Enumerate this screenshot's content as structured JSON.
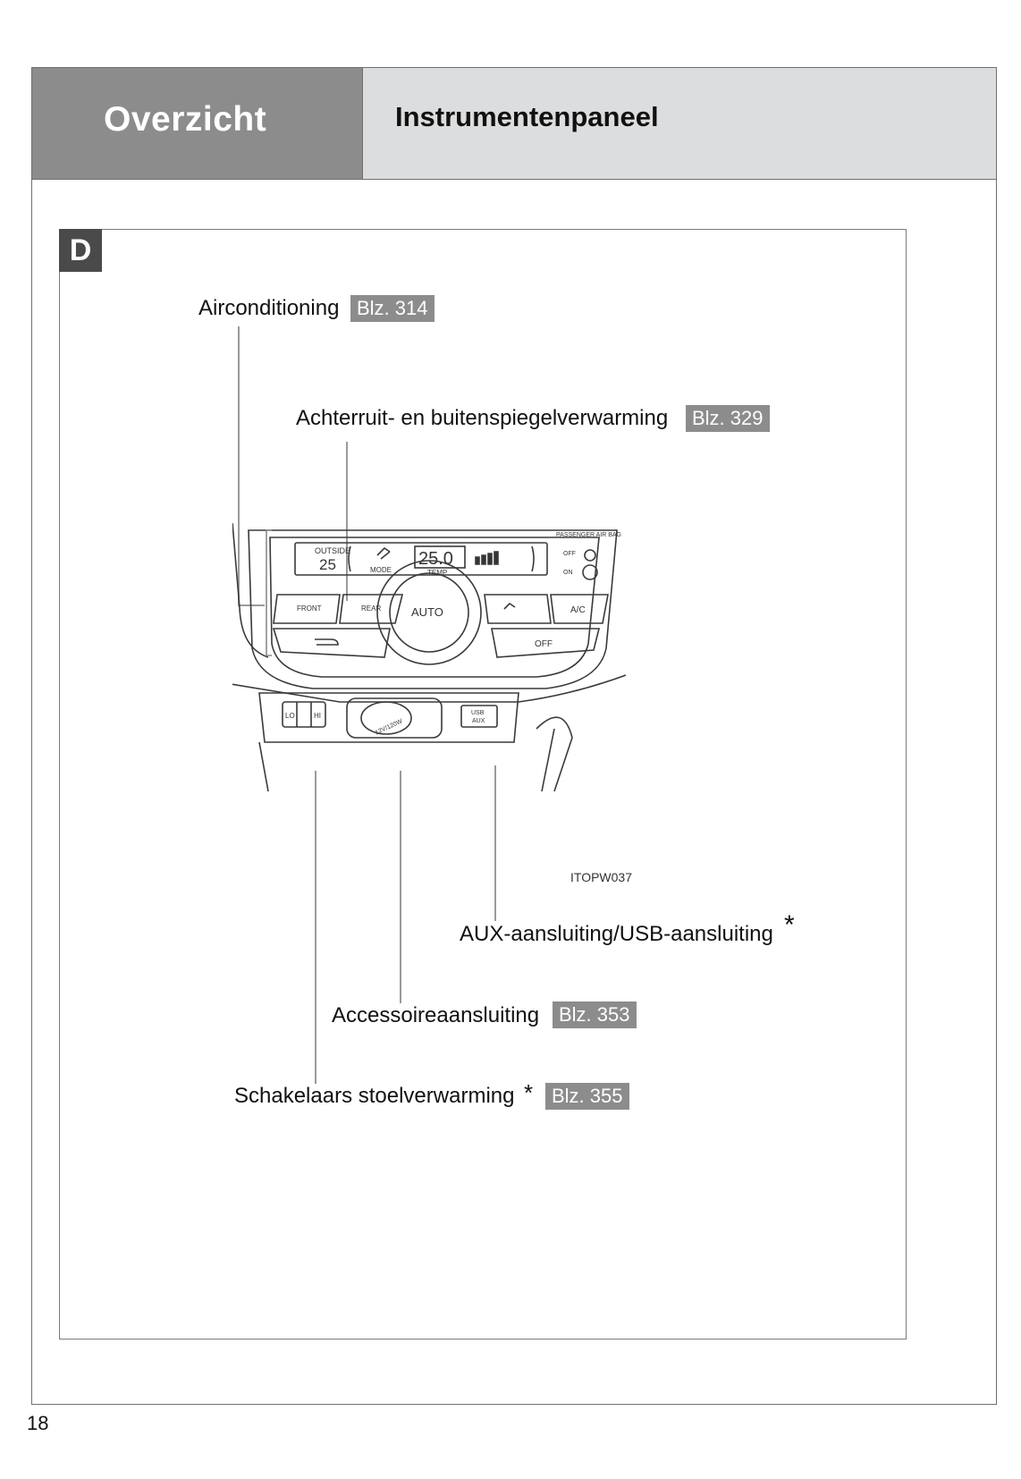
{
  "header": {
    "section_title": "Overzicht",
    "subsection_title": "Instrumentenpaneel"
  },
  "panel": {
    "section_letter": "D",
    "callouts": {
      "airconditioning": {
        "label": "Airconditioning",
        "page_ref": "Blz. 314"
      },
      "rear_defogger": {
        "label": "Achterruit- en buitenspiegelverwarming",
        "page_ref": "Blz. 329"
      },
      "aux_usb": {
        "label": "AUX-aansluiting/USB-aansluiting",
        "asterisk": "*"
      },
      "accessory_socket": {
        "label": "Accessoireaansluiting",
        "page_ref": "Blz. 353"
      },
      "seat_heater": {
        "label": "Schakelaars stoelverwarming",
        "asterisk": "*",
        "page_ref": "Blz. 355"
      }
    },
    "figure": {
      "code": "ITOPW037",
      "display": {
        "outside_label": "OUTSIDE",
        "outside_temp": "25",
        "mode_label": "MODE",
        "set_temp": "25.0",
        "temp_label": "TEMP",
        "airbag_label": "PASSENGER AIR BAG",
        "airbag_off": "OFF",
        "airbag_on": "ON"
      },
      "buttons": {
        "front": "FRONT",
        "rear": "REAR",
        "auto": "AUTO",
        "ac": "A/C",
        "off": "OFF"
      },
      "console": {
        "seat_lo": "LO",
        "seat_hi": "HI",
        "socket_text": "12V/120W",
        "usb": "USB",
        "aux": "AUX"
      }
    }
  },
  "footer": {
    "page_number": "18"
  }
}
